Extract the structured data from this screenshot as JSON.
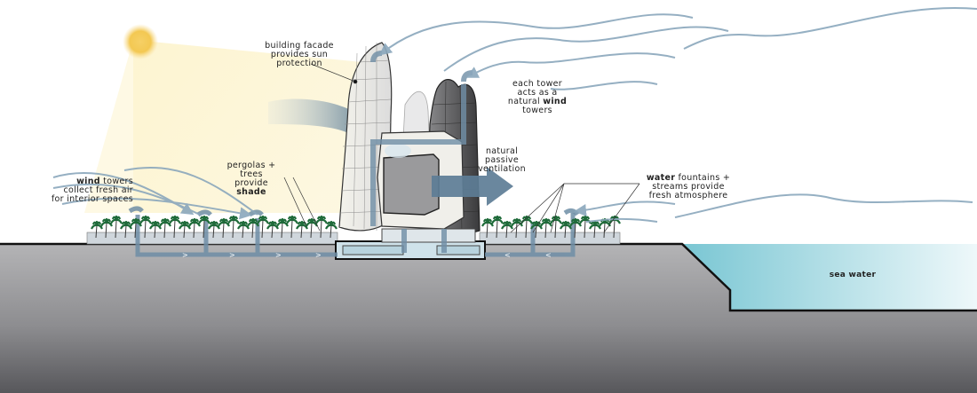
{
  "labels": {
    "facade": [
      "building facade",
      "provides sun",
      "protection"
    ],
    "tower_wind": [
      "each tower",
      "acts as a",
      "natural ",
      "wind",
      "towers"
    ],
    "ventilation": [
      "natural",
      "passive",
      "ventilation"
    ],
    "pergolas": [
      "pergolas +",
      "trees",
      "provide",
      "shade"
    ],
    "wind_towers": [
      "wind",
      " towers",
      "collect fresh air",
      "for interior spaces"
    ],
    "water": [
      "water",
      " fountains +",
      "streams provide",
      "fresh atmosphere"
    ],
    "sea": "sea water"
  },
  "flow_markers": [
    ">",
    ">",
    ">",
    ">",
    "<",
    "<"
  ],
  "colors": {
    "sky_glow": "#fbf1c4",
    "sun": "#f2c44a",
    "wind_stroke": "#8aa7bc",
    "duct": "#6f8ea6",
    "ground_top": "#a9a9ab",
    "ground_bottom": "#5e5e62",
    "sea_left": "#7ecad6",
    "sea_right": "#e6f4f7",
    "palm": "#1f6b3a",
    "arrow": "#5d7d96"
  }
}
